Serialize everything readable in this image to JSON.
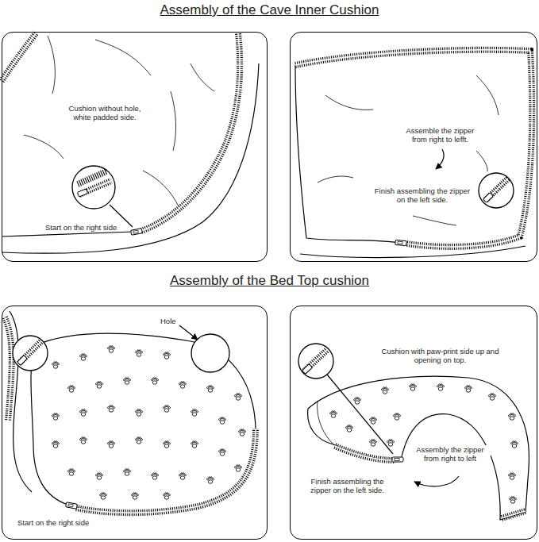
{
  "diagram": {
    "nodes": [
      {
        "text": [
          "Cushion without hole, white padded side.",
          "Start on the right side"
        ]
      },
      {
        "text": [
          "Assemble the zipper from right to lefft.",
          "Finish assembling the zipper on the left side."
        ]
      },
      {
        "text": [
          "Hole",
          "Start on the right side"
        ]
      },
      {
        "text": [
          "Cushion with paw-print side up and opening on top.",
          "Assembly the zipper from right to left",
          "Finish assembling the zipper on the left side."
        ]
      }
    ],
    "labels": [
      "Assembly of the Cave Inner Cushion",
      "Assembly of the Bed Top cushion"
    ]
  }
}
